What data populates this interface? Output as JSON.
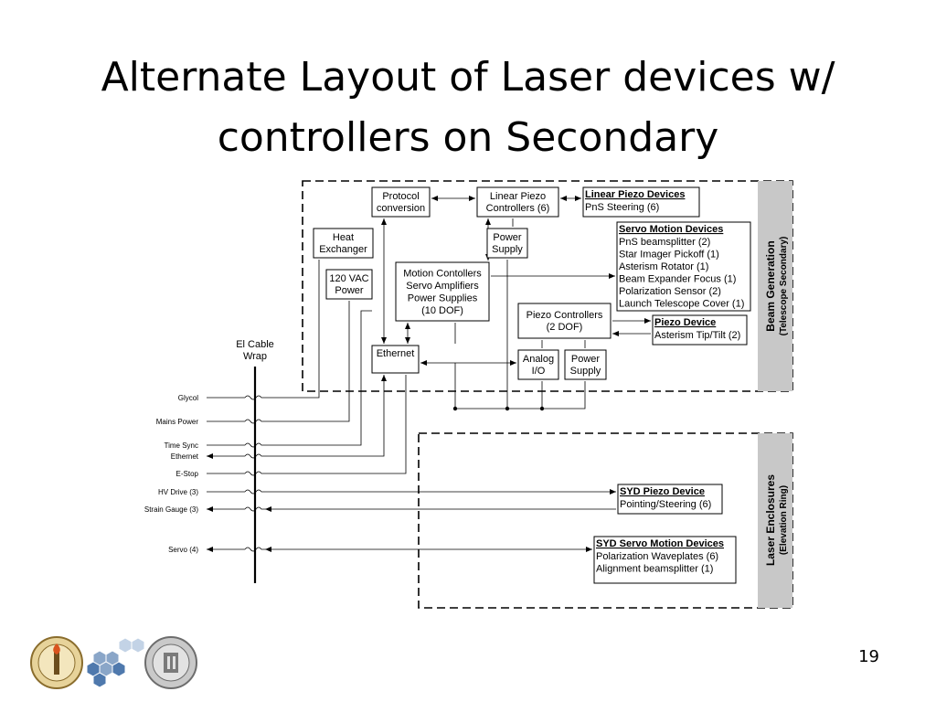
{
  "slide": {
    "title_line1": "Alternate Layout of Laser devices w/",
    "title_line2": "controllers on Secondary",
    "page_number": "19"
  },
  "regions": {
    "beam_generation": {
      "title": "Beam Generation",
      "subtitle": "(Telescope Secondary)"
    },
    "laser_enclosures": {
      "title": "Laser Enclosures",
      "subtitle": "(Elevation Ring)"
    }
  },
  "boxes": {
    "protocol": [
      "Protocol",
      "conversion"
    ],
    "linear_piezo_controllers": [
      "Linear Piezo",
      "Controllers (6)"
    ],
    "heat_exchanger": [
      "Heat",
      "Exchanger"
    ],
    "power_supply_top": [
      "Power",
      "Supply"
    ],
    "vac_power": [
      "120 VAC",
      "Power"
    ],
    "motion_controllers": [
      "Motion Contollers",
      "Servo Amplifiers",
      "Power Supplies",
      "(10 DOF)"
    ],
    "piezo_controllers": [
      "Piezo Controllers",
      "(2 DOF)"
    ],
    "ethernet": [
      "Ethernet"
    ],
    "analog_io": [
      "Analog",
      "I/O"
    ],
    "power_supply_bottom": [
      "Power",
      "Supply"
    ]
  },
  "devices": {
    "linear_piezo": {
      "title": "Linear Piezo Devices",
      "items": [
        "PnS Steering (6)"
      ]
    },
    "servo_motion": {
      "title": "Servo Motion Devices",
      "items": [
        "PnS beamsplitter (2)",
        "Star Imager Pickoff (1)",
        "Asterism Rotator (1)",
        "Beam Expander Focus (1)",
        "Polarization Sensor (2)",
        "Launch Telescope Cover (1)"
      ]
    },
    "piezo_device": {
      "title": "Piezo Device",
      "items": [
        "Asterism Tip/Tilt (2)"
      ]
    },
    "syd_piezo": {
      "title": "SYD Piezo Device",
      "items": [
        "Pointing/Steering (6)"
      ]
    },
    "syd_servo": {
      "title": "SYD Servo Motion Devices",
      "items": [
        "Polarization Waveplates (6)",
        "Alignment beamsplitter (1)"
      ]
    }
  },
  "cable_wrap": {
    "title": [
      "El Cable",
      "Wrap"
    ]
  },
  "cables": [
    "Glycol",
    "Mains Power",
    "Time Sync",
    "Ethernet",
    "E-Stop",
    "HV Drive (3)",
    "Strain Gauge (3)",
    "Servo (4)"
  ],
  "colors": {
    "region_bar": "#c8c8c8",
    "line": "#000000"
  }
}
